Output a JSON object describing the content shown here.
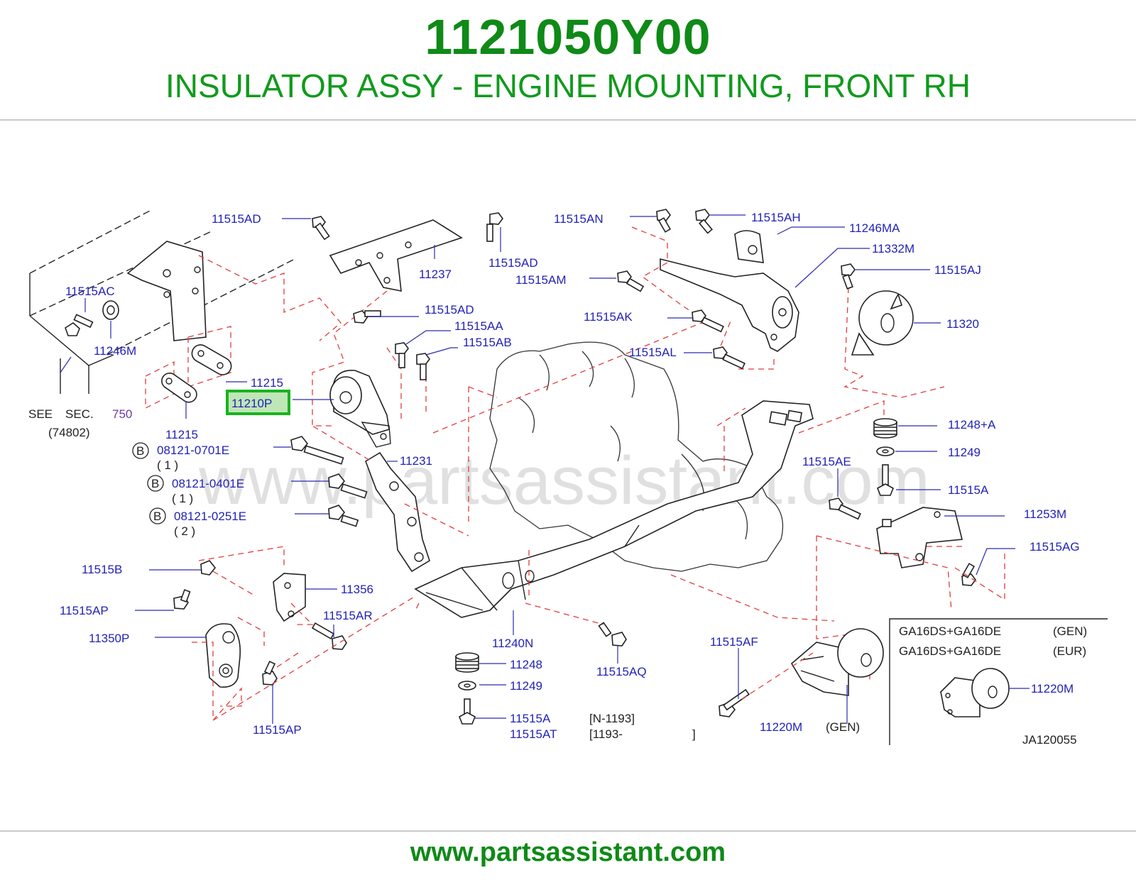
{
  "header": {
    "part_number": "1121050Y00",
    "description": "INSULATOR ASSY - ENGINE MOUNTING, FRONT RH"
  },
  "footer": {
    "url": "www.partsassistant.com"
  },
  "watermark": "www.partsassistant.com",
  "colors": {
    "title_green": "#0f8a17",
    "label_blue": "#2222b8",
    "dash_red": "#e23c3c",
    "highlight": "#bfe6b6"
  },
  "diagram": {
    "highlighted_part": "11210P",
    "labels": {
      "l01": "11515AD",
      "l02": "11515AD",
      "l03": "11237",
      "l04": "11515AN",
      "l05": "11515AH",
      "l06": "11246MA",
      "l07": "11332M",
      "l08": "11515AM",
      "l09": "11515AJ",
      "l10": "11515AC",
      "l11": "11515AD",
      "l12": "11515AA",
      "l13": "11515AK",
      "l14": "11320",
      "l15": "11246M",
      "l16": "11515AB",
      "l17": "11515AL",
      "l18": "11215",
      "l19": "SEE",
      "l20": "SEC.",
      "l21": "750",
      "l22": "(74802)",
      "l23": "11215",
      "l24": "08121-0701E",
      "l25": "( 1 )",
      "l26": "11231",
      "l27": "11248+A",
      "l28": "11249",
      "l29": "11515AE",
      "l30": "08121-0401E",
      "l31": "( 1 )",
      "l32": "11515A",
      "l33": "08121-0251E",
      "l34": "( 2 )",
      "l35": "11253M",
      "l36": "11515AG",
      "l37": "11515B",
      "l38": "11356",
      "l39": "11515AP",
      "l40": "11515AR",
      "l41": "11350P",
      "l42": "11240N",
      "l43": "11248",
      "l44": "11515AQ",
      "l45": "11515AF",
      "l46": "11249",
      "l47": "11515A",
      "l48": "11515AT",
      "l49": "[N-1193]",
      "l50": "[1193-",
      "l51": "]",
      "l52": "11220M",
      "l53": "(GEN)",
      "l54": "11515AP",
      "l55": "B",
      "l56": "B",
      "l57": "B"
    },
    "legend": {
      "row1_engine": "GA16DS+GA16DE",
      "row1_market": "(GEN)",
      "row2_engine": "GA16DS+GA16DE",
      "row2_market": "(EUR)",
      "part": "11220M",
      "code": "JA120055"
    }
  }
}
